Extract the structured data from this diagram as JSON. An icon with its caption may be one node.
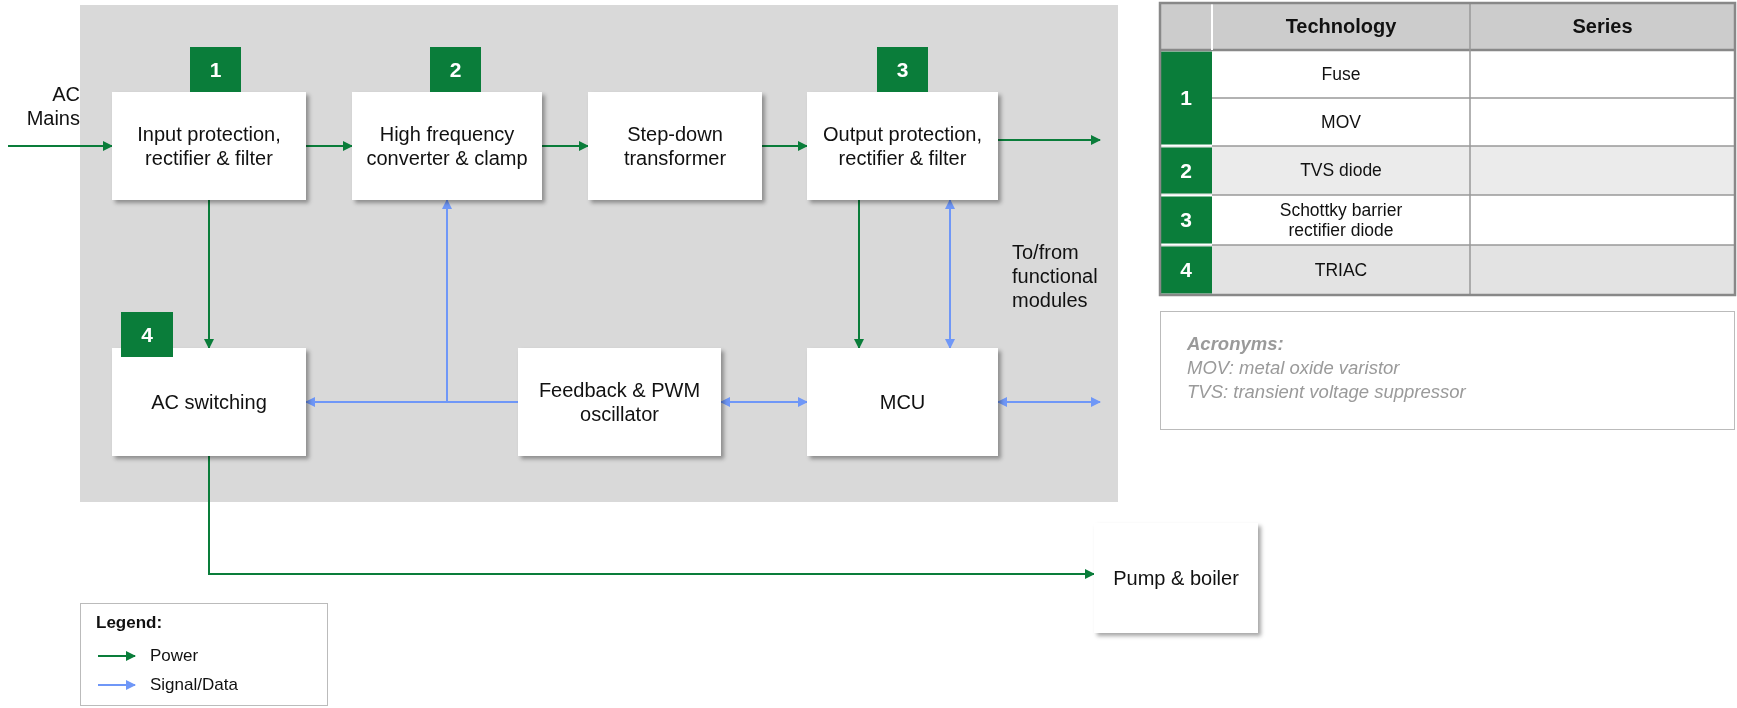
{
  "diagram": {
    "nodes": [
      {
        "text": [
          "1"
        ]
      },
      {
        "text": [
          "2"
        ]
      },
      {
        "text": [
          "3"
        ]
      },
      {
        "text": [
          "AC Mains"
        ]
      },
      {
        "text": [
          "Input protection, rectifier & filter"
        ]
      },
      {
        "text": [
          "High frequency converter & clamp"
        ]
      },
      {
        "text": [
          "Step-down transformer"
        ]
      },
      {
        "text": [
          "Output protection, rectifier & filter"
        ]
      },
      {
        "text": [
          "4"
        ]
      },
      {
        "text": [
          "AC switching"
        ]
      },
      {
        "text": [
          "Feedback & PWM oscillator"
        ]
      },
      {
        "text": [
          "MCU"
        ]
      },
      {
        "text": [
          "Pump & boiler"
        ]
      },
      {
        "text": [
          "Acronyms:",
          "MOV: metal oxide varistor",
          "TVS: transient voltage suppressor"
        ]
      }
    ],
    "edges": [
      {
        "from": 3,
        "to": 4,
        "arrow": "to"
      },
      {
        "from": 4,
        "to": 5,
        "arrow": "to"
      },
      {
        "from": 5,
        "to": 6,
        "arrow": "to"
      },
      {
        "from": 6,
        "to": 7,
        "arrow": "to"
      },
      {
        "from": 7,
        "to": null,
        "arrow": "to"
      },
      {
        "from": 4,
        "to": 9,
        "arrow": "to"
      },
      {
        "from": 7,
        "to": 11,
        "arrow": "to"
      },
      {
        "from": 11,
        "to": 7,
        "arrow": "both",
        "color": "#6f97f7"
      },
      {
        "from": 10,
        "to": 9,
        "arrow": "to",
        "color": "#6f97f7"
      },
      {
        "from": 10,
        "to": 5,
        "arrow": "to",
        "color": "#6f97f7"
      },
      {
        "from": 10,
        "to": 11,
        "arrow": "both",
        "color": "#6f97f7"
      },
      {
        "from": 11,
        "to": null,
        "arrow": "both",
        "color": "#6f97f7"
      },
      {
        "from": 9,
        "to": 12,
        "arrow": "to"
      }
    ],
    "labels": [
      "Technology",
      "Series",
      "1",
      "Fuse",
      "MOV",
      "2",
      "TVS diode",
      "3",
      "Schottky barrier rectifier diode",
      "4",
      "TRIAC",
      "To/from functional modules",
      "Legend:"
    ],
    "legend": [
      {
        "text": "Power"
      },
      {
        "text": "Signal/Data"
      }
    ]
  }
}
